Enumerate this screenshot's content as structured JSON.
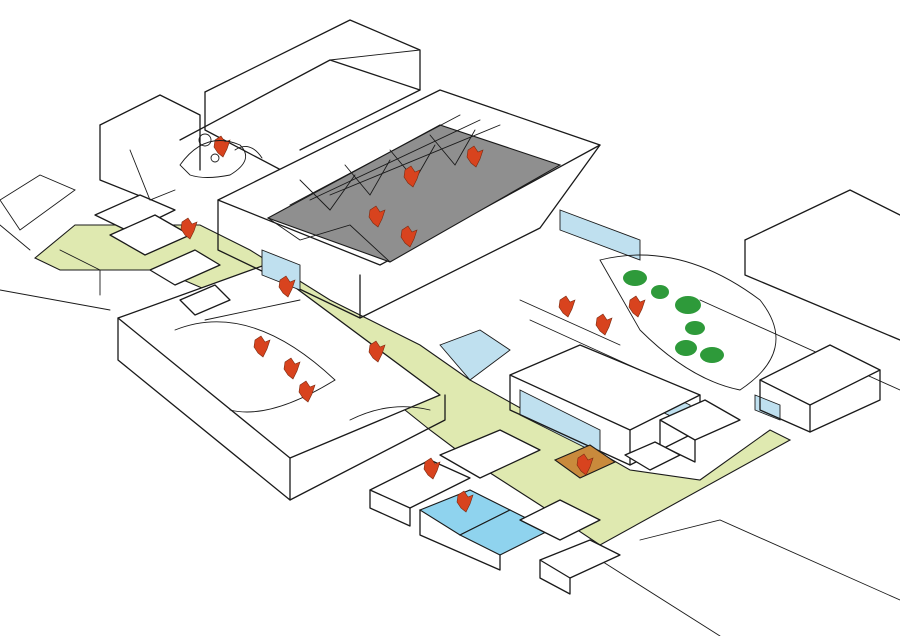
{
  "drawing": {
    "title": "",
    "colors": {
      "background": "#ffffff",
      "ink": "#1a1a1a",
      "roof_grey": "#8f8f8f",
      "corridor_green": "#dfe9b0",
      "glazing_blue": "#bfe0ef",
      "pool_blue": "#8fd3ee",
      "floor_orange": "#c98a3c",
      "people_red": "#d8431e",
      "tree_green": "#2e9a3a"
    },
    "zones": [
      {
        "name": "sports-hall-roof",
        "fill": "roof_grey"
      },
      {
        "name": "green-circulation-spine",
        "fill": "corridor_green"
      },
      {
        "name": "glazed-walls",
        "fill": "glazing_blue"
      },
      {
        "name": "pool-rooms",
        "fill": "pool_blue"
      },
      {
        "name": "orange-floor-room",
        "fill": "floor_orange"
      },
      {
        "name": "garden-trees",
        "fill": "tree_green"
      }
    ],
    "people_count": 17
  }
}
